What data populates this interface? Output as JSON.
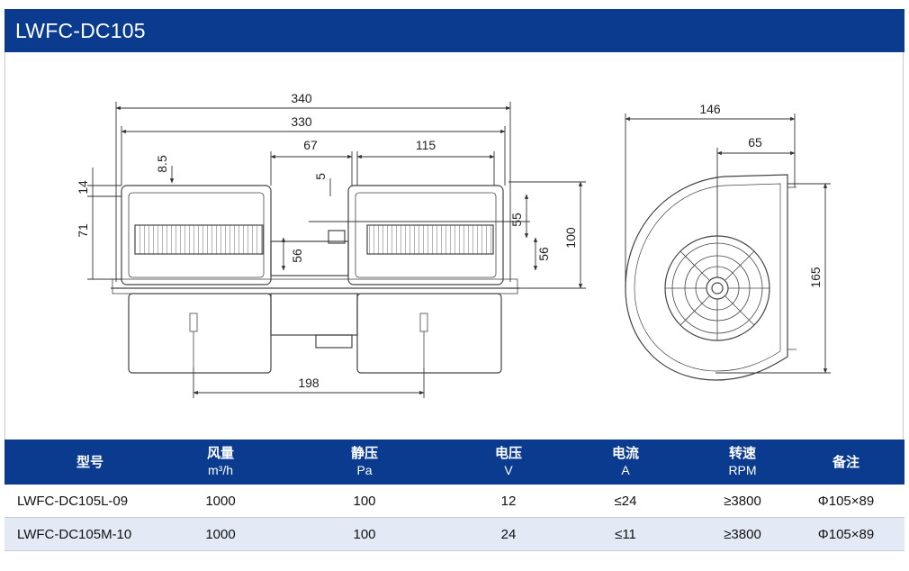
{
  "header": {
    "title": "LWFC-DC105"
  },
  "drawing": {
    "dim_340": "340",
    "dim_330": "330",
    "dim_67": "67",
    "dim_115": "115",
    "dim_8_5": "8.5",
    "dim_14": "14",
    "dim_71": "71",
    "dim_5": "5",
    "dim_55": "55",
    "dim_56_left": "56",
    "dim_56_right": "56",
    "dim_100": "100",
    "dim_198": "198",
    "dim_146": "146",
    "dim_65": "65",
    "dim_165": "165"
  },
  "table": {
    "headers": [
      {
        "name": "型号",
        "unit": ""
      },
      {
        "name": "风量",
        "unit": "m³/h"
      },
      {
        "name": "静压",
        "unit": "Pa"
      },
      {
        "name": "电压",
        "unit": "V"
      },
      {
        "name": "电流",
        "unit": "A"
      },
      {
        "name": "转速",
        "unit": "RPM"
      },
      {
        "name": "备注",
        "unit": ""
      }
    ],
    "rows": [
      [
        "LWFC-DC105L-09",
        "1000",
        "100",
        "12",
        "≤24",
        "≥3800",
        "Φ105×89"
      ],
      [
        "LWFC-DC105M-10",
        "1000",
        "100",
        "24",
        "≤11",
        "≥3800",
        "Φ105×89"
      ]
    ]
  }
}
